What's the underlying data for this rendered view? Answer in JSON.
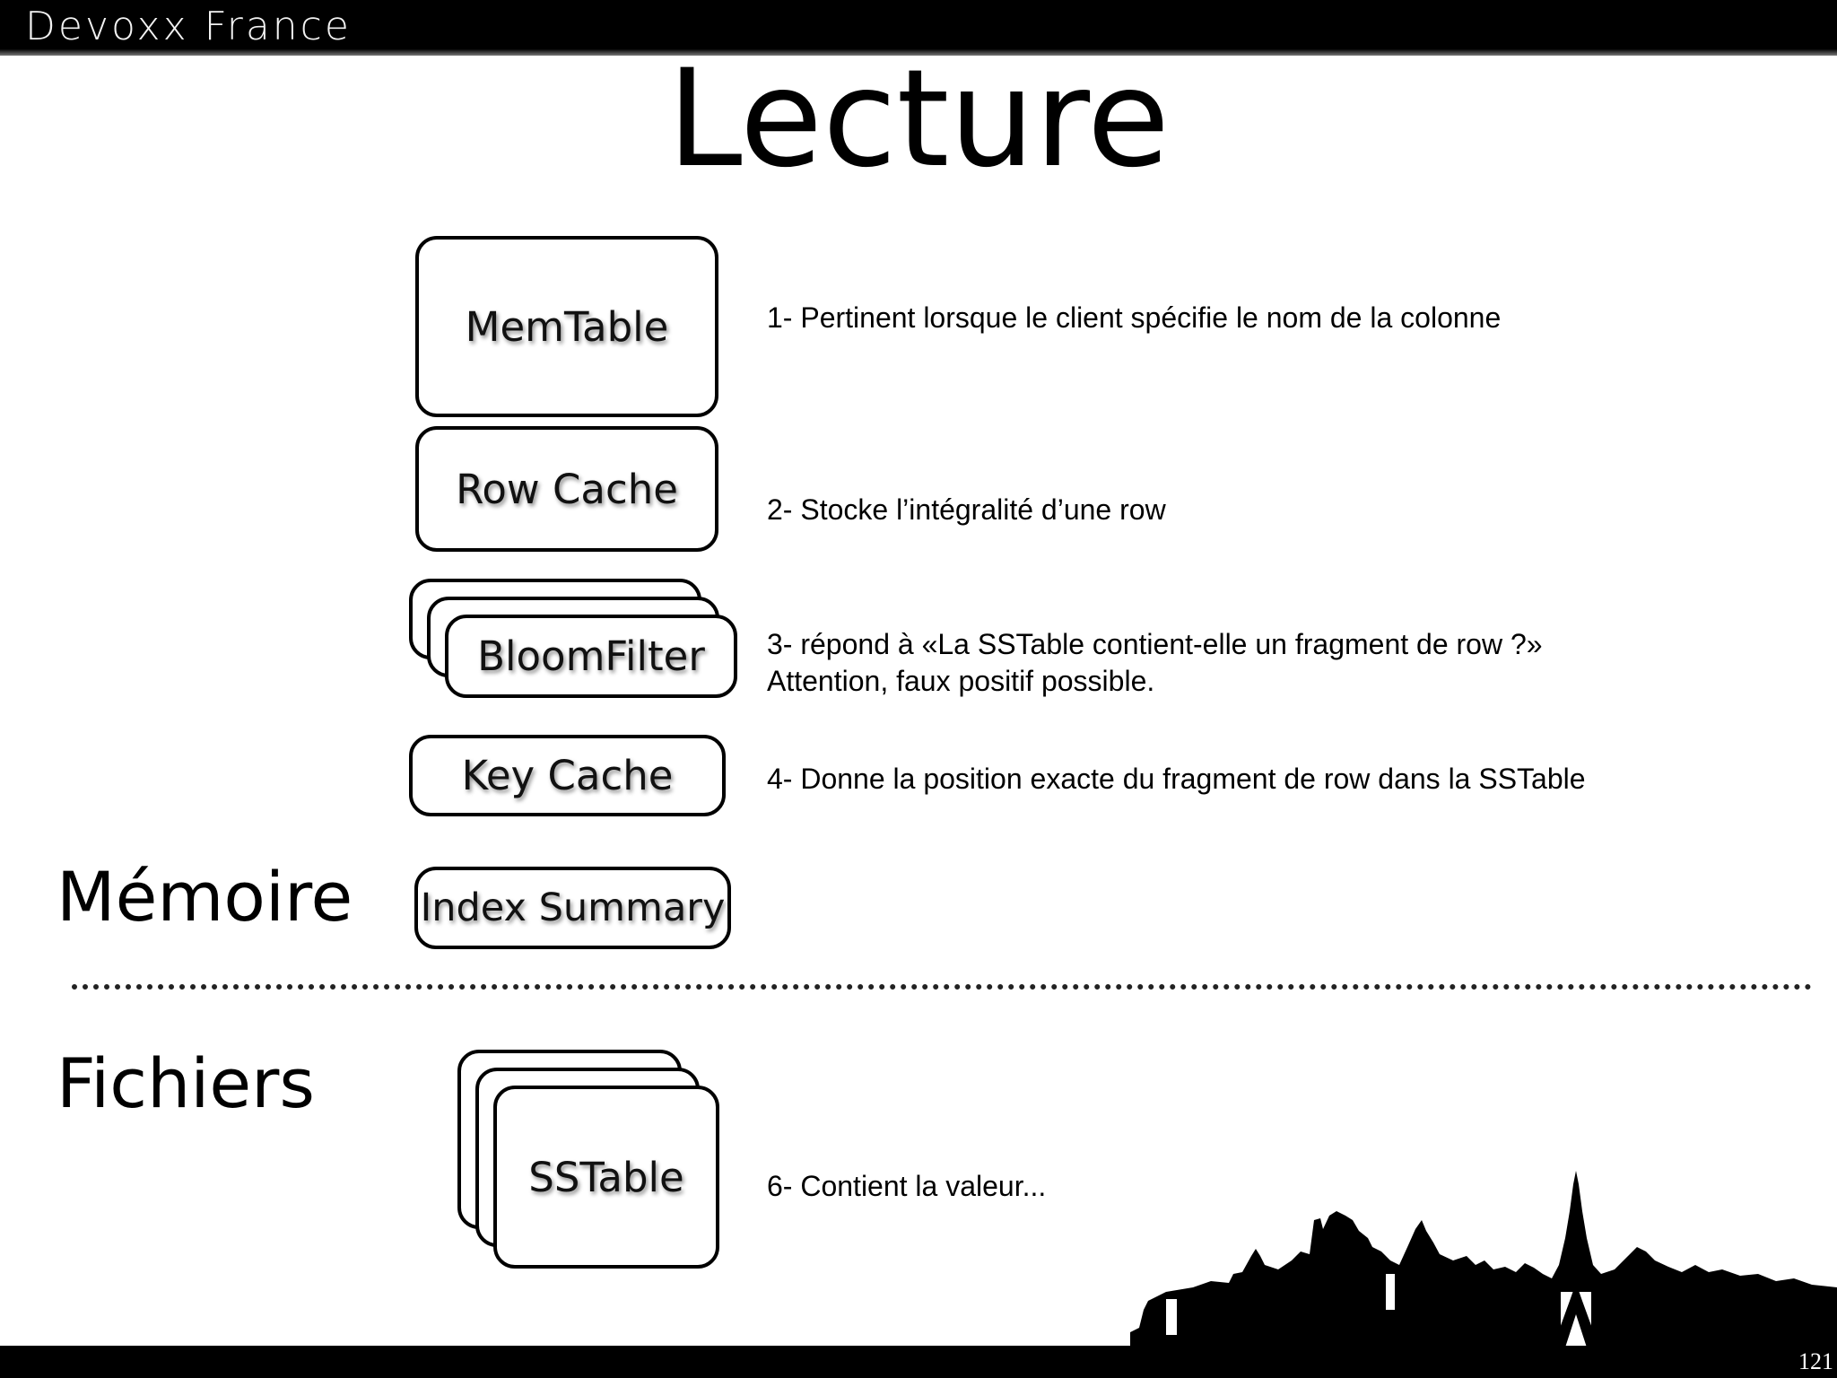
{
  "header": {
    "brand": "Devoxx France"
  },
  "slide": {
    "title": "Lecture",
    "page_number": "121"
  },
  "sections": {
    "memory": "Mémoire",
    "files": "Fichiers"
  },
  "components": {
    "memtable": "MemTable",
    "row_cache": "Row Cache",
    "bloom_filter": "BloomFilter",
    "key_cache": "Key Cache",
    "index_summary": "Index Summary",
    "sstable": "SSTable"
  },
  "descriptions": {
    "step1": "1- Pertinent lorsque le client spécifie le nom de la colonne",
    "step2": "2- Stocke l’intégralité d’une row",
    "step3_line1": "3- répond à «La SSTable contient-elle un fragment de row ?»",
    "step3_line2": "Attention, faux positif possible.",
    "step4": "4- Donne la position exacte du fragment de row dans la SSTable",
    "step6": "6- Contient la valeur..."
  }
}
